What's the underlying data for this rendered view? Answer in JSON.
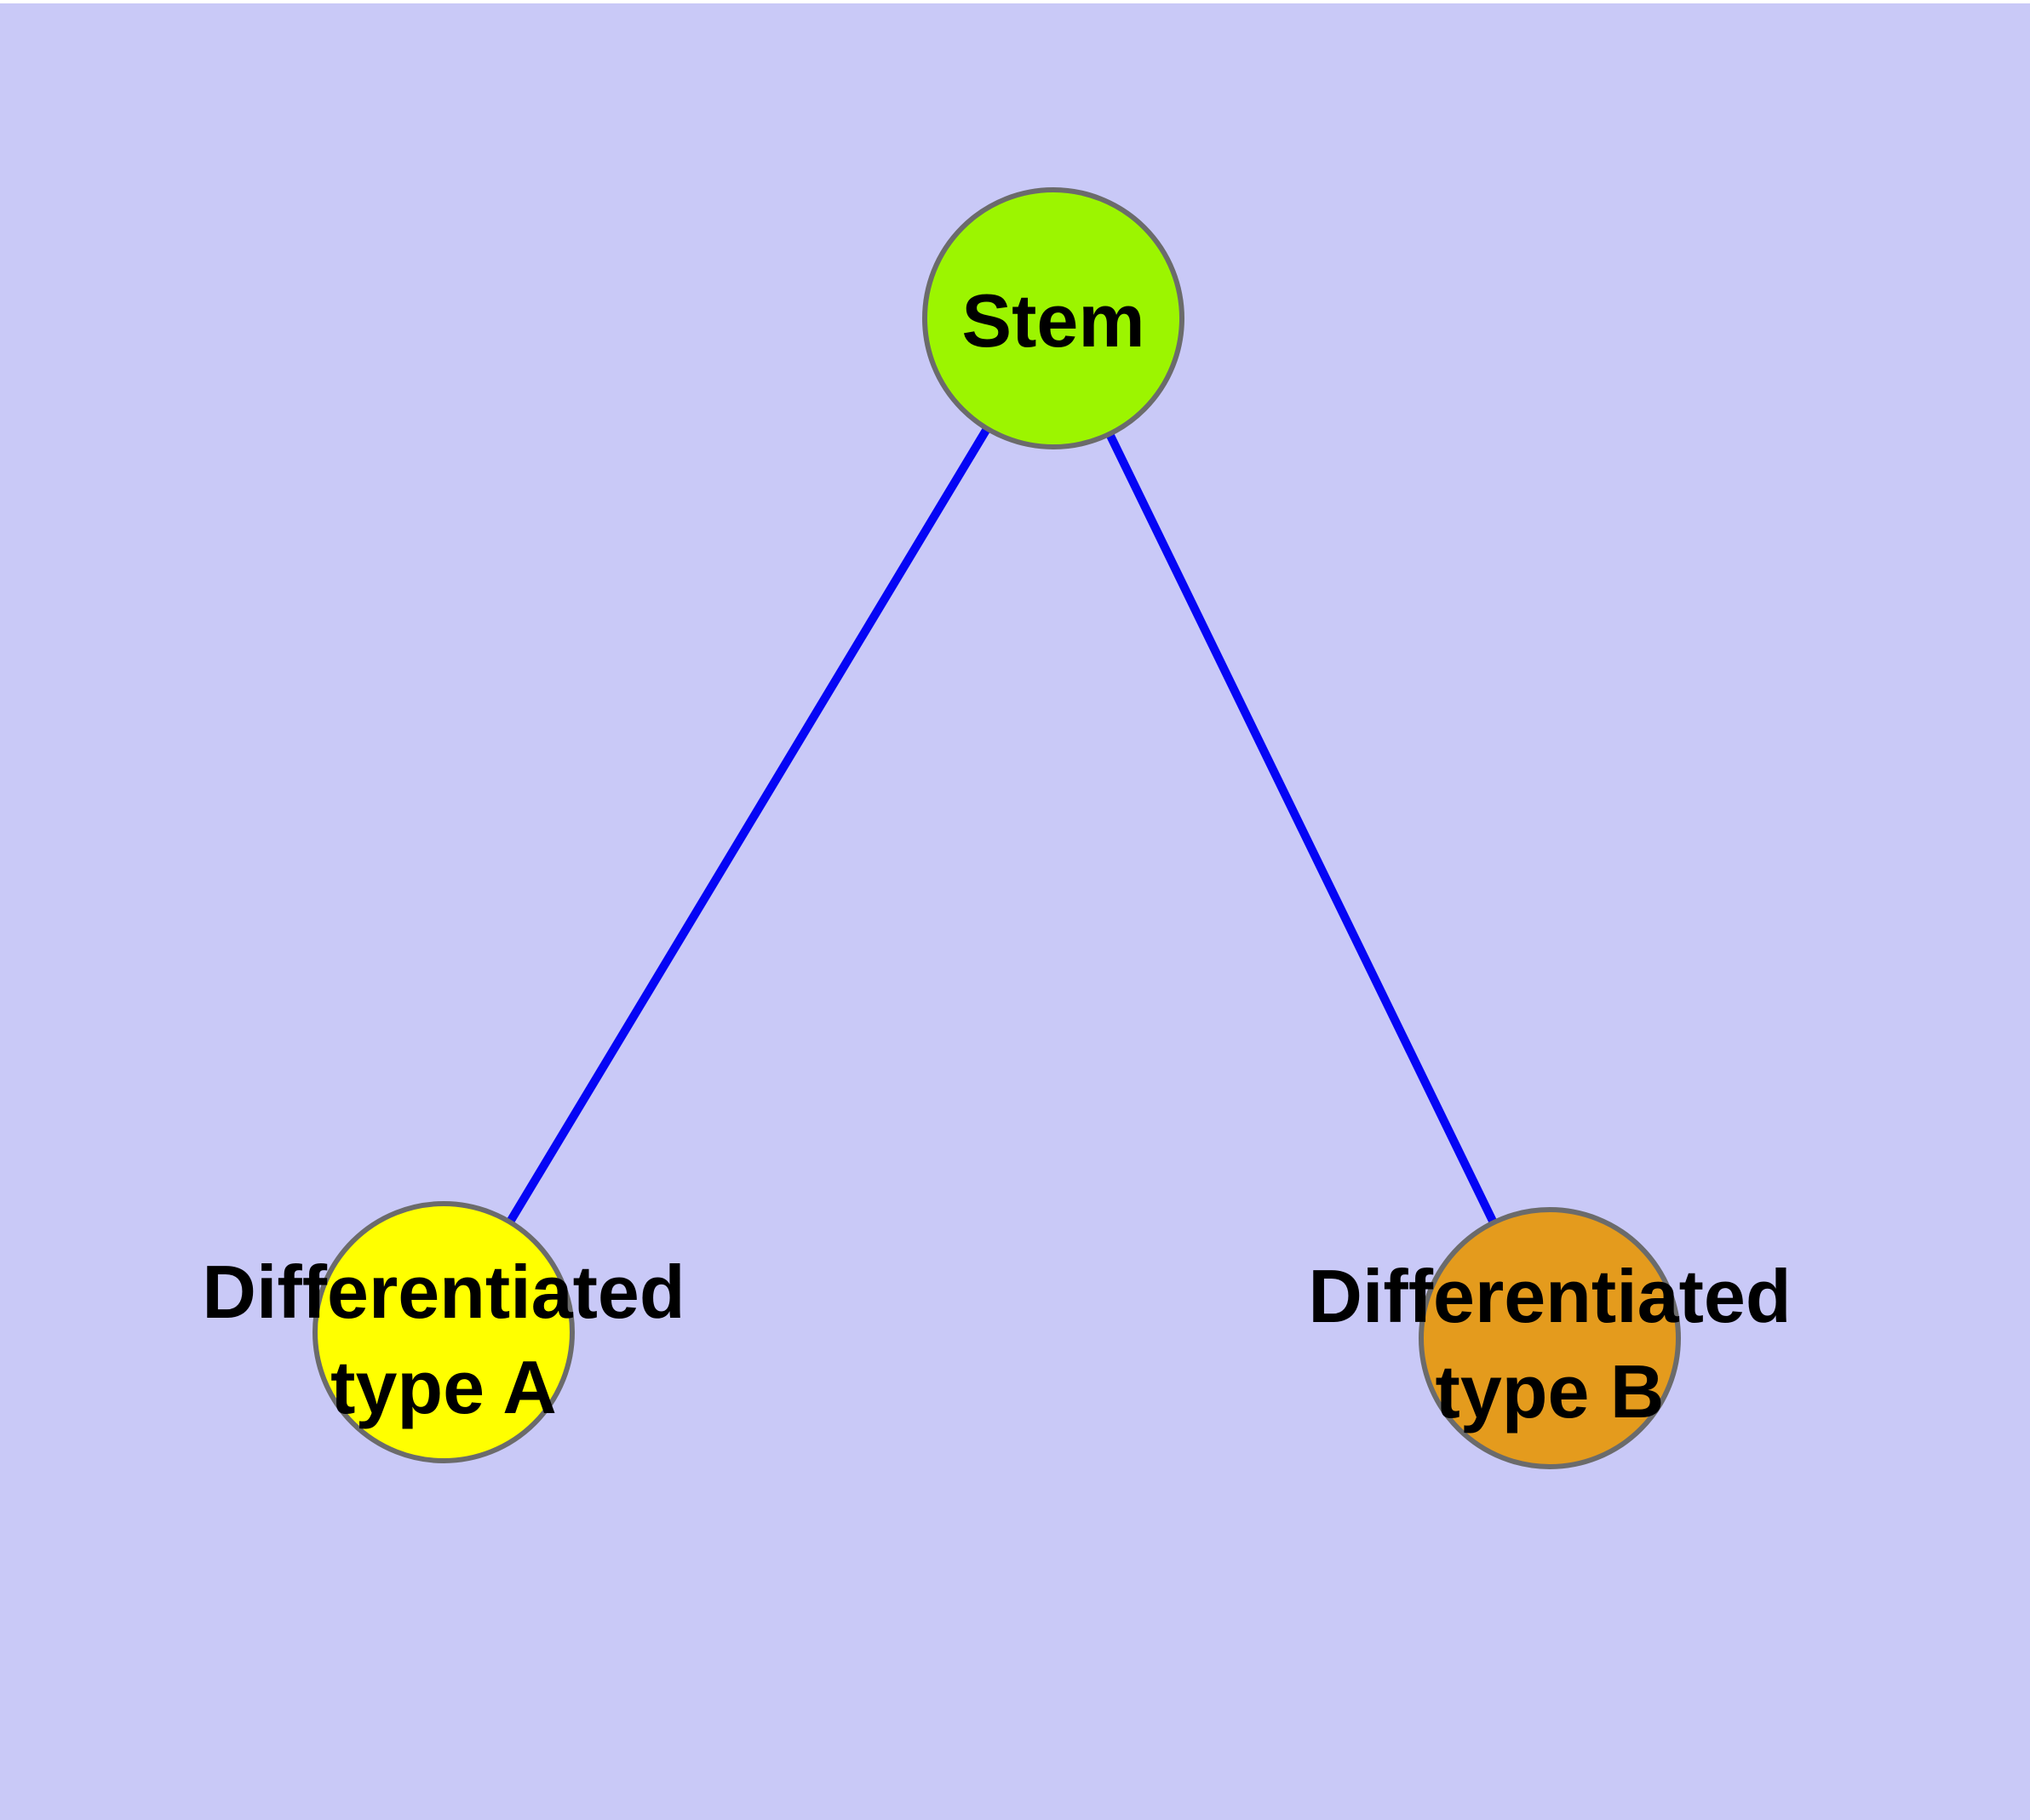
{
  "canvas": {
    "background_color": "#c9c9f7",
    "top_strip_color": "#ffffff"
  },
  "graph": {
    "type": "node-link-diagram",
    "edge_color": "#0505f5",
    "node_border_color": "#6b6b6b",
    "label_color": "#000000",
    "nodes": [
      {
        "id": "stem",
        "label": "Stem",
        "fill": "#9cf500"
      },
      {
        "id": "differentiated-type-a",
        "label_line1": "Differentiated",
        "label_line2": "type A",
        "fill": "#ffff00"
      },
      {
        "id": "differentiated-type-b",
        "label_line1": "Differentiated",
        "label_line2": "type B",
        "fill": "#e49b1d"
      }
    ],
    "edges": [
      {
        "from": "Stem",
        "to": "Differentiated type A"
      },
      {
        "from": "Stem",
        "to": "Differentiated type B"
      }
    ]
  }
}
